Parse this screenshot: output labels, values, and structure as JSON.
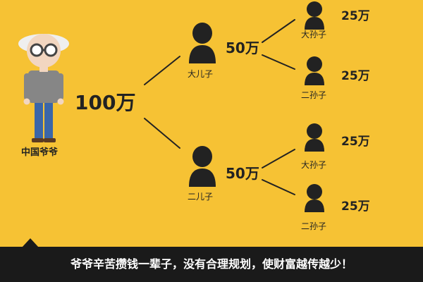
{
  "grandpa": {
    "name": "中国爷爷",
    "amount": "100万"
  },
  "sons": [
    {
      "name": "大儿子",
      "amount": "50万",
      "children": [
        {
          "name": "大孙子",
          "amount": "25万"
        },
        {
          "name": "二孙子",
          "amount": "25万"
        }
      ]
    },
    {
      "name": "二儿子",
      "amount": "50万",
      "children": [
        {
          "name": "大孙子",
          "amount": "25万"
        },
        {
          "name": "二孙子",
          "amount": "25万"
        }
      ]
    }
  ],
  "footer": {
    "text": "爷爷辛苦攒钱一辈子，没有合理规划，使财富越传越少！"
  },
  "colors": {
    "background": "#F6C234",
    "figure": "#222222",
    "footer_bg": "#1A1A1A",
    "footer_text": "#FFFFFF"
  }
}
